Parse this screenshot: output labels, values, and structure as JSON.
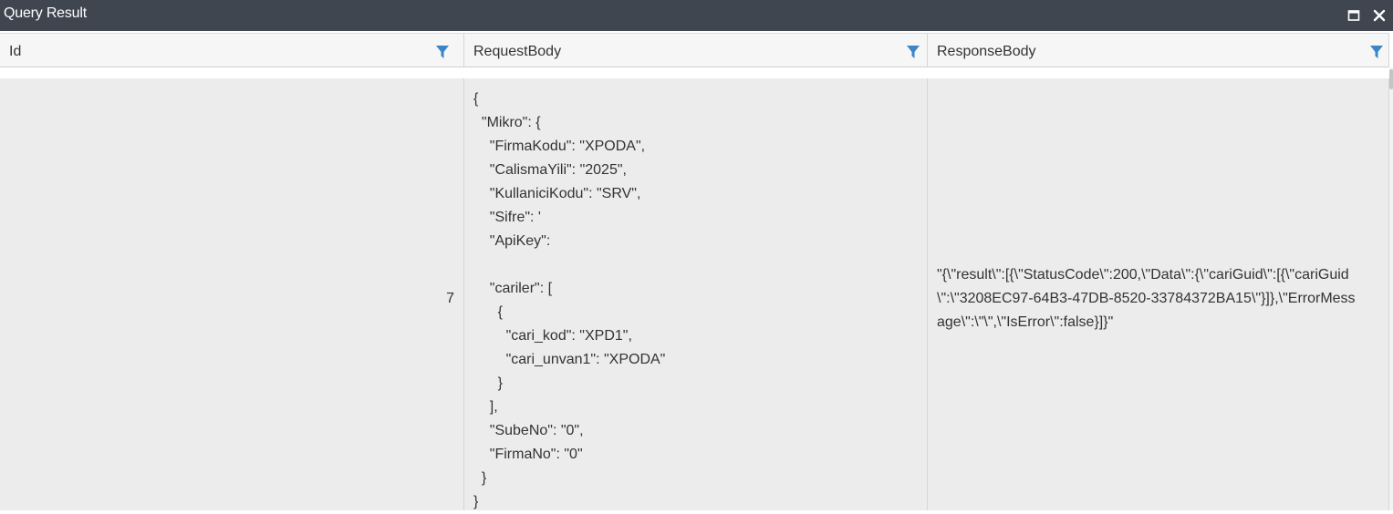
{
  "window": {
    "title": "Query Result",
    "titlebar_color": "#3f464f",
    "icons": {
      "maximize": "maximize-icon",
      "close": "close-icon"
    }
  },
  "grid": {
    "filter_color": "#3a86c8",
    "columns": [
      {
        "key": "id",
        "label": "Id"
      },
      {
        "key": "request_body",
        "label": "RequestBody"
      },
      {
        "key": "response_body",
        "label": "ResponseBody"
      }
    ],
    "row": {
      "id": "7",
      "request_body": "{\n  \"Mikro\": {\n    \"FirmaKodu\": \"XPODA\",\n    \"CalismaYili\": \"2025\",\n    \"KullaniciKodu\": \"SRV\",\n    \"Sifre\": '\n    \"ApiKey\":\n\n    \"cariler\": [\n      {\n        \"cari_kod\": \"XPD1\",\n        \"cari_unvan1\": \"XPODA\"\n      }\n    ],\n    \"SubeNo\": \"0\",\n    \"FirmaNo\": \"0\"\n  }\n}",
      "response_body": "\"{\\\"result\\\":[{\\\"StatusCode\\\":200,\\\"Data\\\":{\\\"cariGuid\\\":[{\\\"cariGuid\\\":\\\"3208EC97-64B3-47DB-8520-33784372BA15\\\"}]},\\\"ErrorMessage\\\":\\\"\\\",\\\"IsError\\\":false}]}\""
    }
  }
}
